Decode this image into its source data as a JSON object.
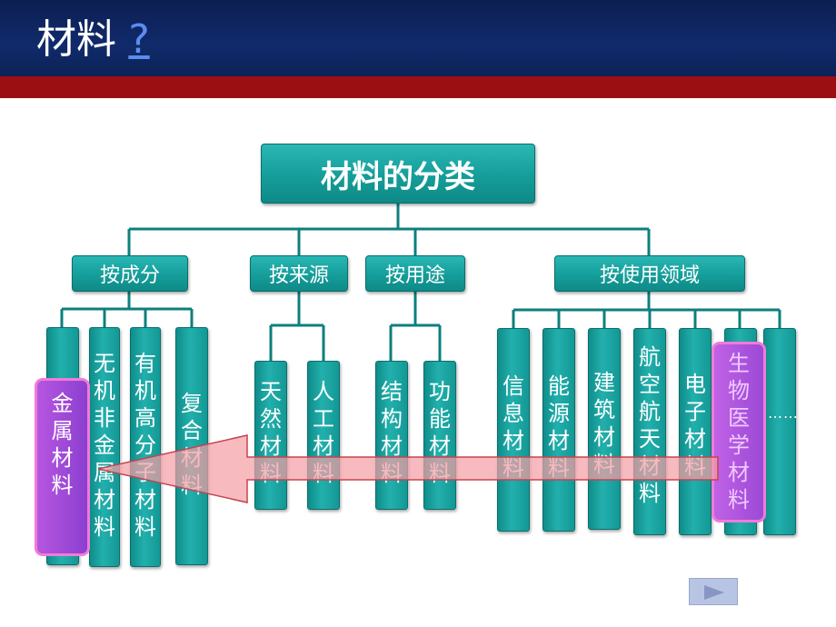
{
  "title": {
    "main": "材料",
    "mark": "?"
  },
  "root": "材料的分类",
  "categories": {
    "by_composition": "按成分",
    "by_source": "按来源",
    "by_use": "按用途",
    "by_field": "按使用领域"
  },
  "leaves": {
    "metal": "金属材料",
    "inorganic": "无机非金属材料",
    "polymer": "有机高分子材料",
    "composite": "复合材料",
    "natural": "天然材料",
    "artificial": "人工材料",
    "structural": "结构材料",
    "functional": "功能材料",
    "information": "信息材料",
    "energy": "能源材料",
    "building": "建筑材料",
    "aerospace": "航空航天材料",
    "electronic": "电子材料",
    "biomedical": "生物医学材料",
    "more": "…………"
  },
  "colors": {
    "header": "#0c1f52",
    "header_bar": "#9b0f13",
    "box": "#159d9a",
    "highlight_border": "#f27ad9",
    "highlight_fill": "#8c3fd0",
    "arrow": "#f4a0a6"
  },
  "icons": {
    "next": "play-triangle-icon"
  }
}
